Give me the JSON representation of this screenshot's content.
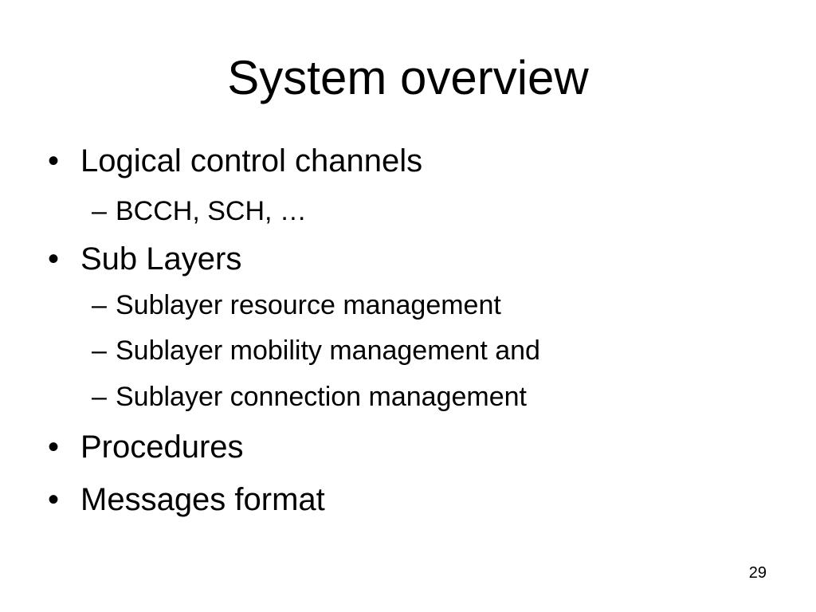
{
  "slide": {
    "title": "System overview",
    "bullet_marker": "•",
    "sub_marker": "–",
    "items": [
      {
        "text": "Logical control channels"
      },
      {
        "text": "BCCH, SCH, …"
      },
      {
        "text": "Sub Layers"
      },
      {
        "text": "Sublayer resource management"
      },
      {
        "text": "Sublayer mobility management and"
      },
      {
        "text": "Sublayer connection management"
      },
      {
        "text": "Procedures"
      },
      {
        "text": "Messages format"
      }
    ],
    "page_number": "29"
  }
}
